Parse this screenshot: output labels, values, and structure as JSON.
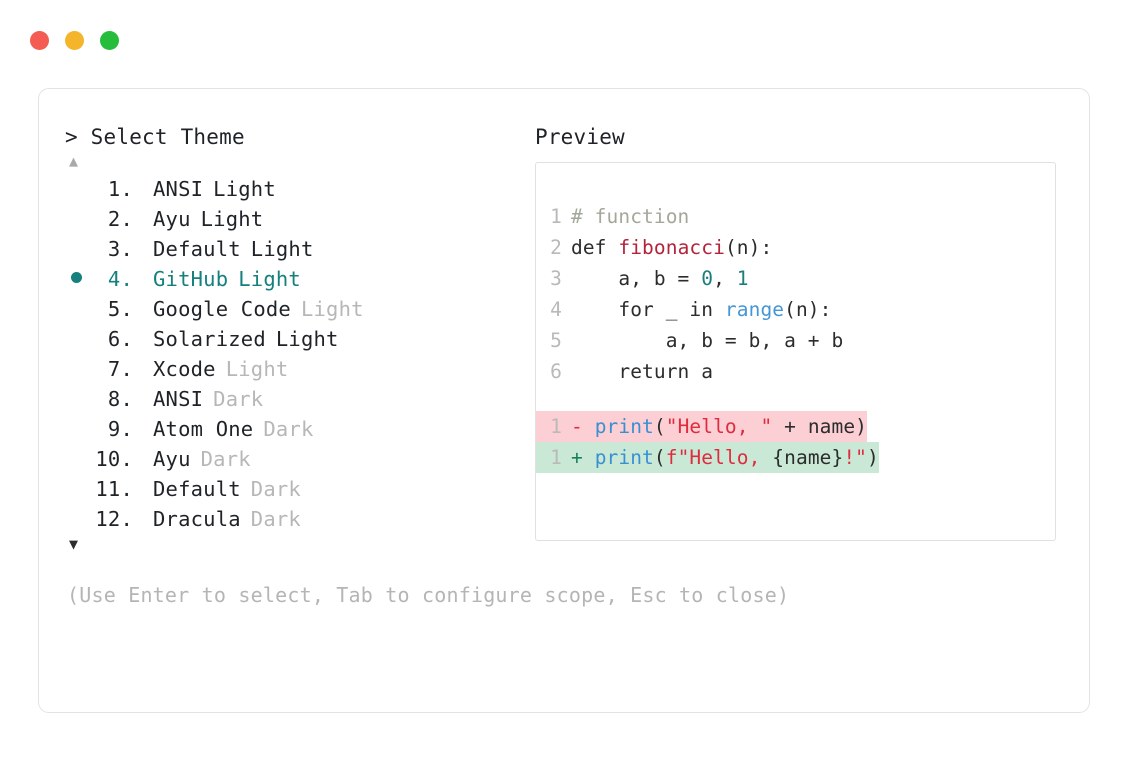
{
  "window": {
    "traffic_lights": [
      {
        "name": "close-button",
        "color": "#f45b52"
      },
      {
        "name": "minimize-button",
        "color": "#f5b52a"
      },
      {
        "name": "maximize-button",
        "color": "#26bd3c"
      }
    ]
  },
  "left": {
    "prompt": "> Select Theme",
    "scroll_up": "▲",
    "scroll_down": "▼",
    "hint": "(Use Enter to select, Tab to configure scope, Esc to close)",
    "selected_index": 4,
    "selected_color": "#15807e",
    "themes": [
      {
        "index": "1.",
        "name": "ANSI",
        "variant": "Light",
        "variant_muted": false,
        "selected": false
      },
      {
        "index": "2.",
        "name": "Ayu",
        "variant": "Light",
        "variant_muted": false,
        "selected": false
      },
      {
        "index": "3.",
        "name": "Default",
        "variant": "Light",
        "variant_muted": false,
        "selected": false
      },
      {
        "index": "4.",
        "name": "GitHub",
        "variant": "Light",
        "variant_muted": false,
        "selected": true
      },
      {
        "index": "5.",
        "name": "Google Code",
        "variant": "Light",
        "variant_muted": true,
        "selected": false
      },
      {
        "index": "6.",
        "name": "Solarized",
        "variant": "Light",
        "variant_muted": false,
        "selected": false
      },
      {
        "index": "7.",
        "name": "Xcode",
        "variant": "Light",
        "variant_muted": true,
        "selected": false
      },
      {
        "index": "8.",
        "name": "ANSI",
        "variant": "Dark",
        "variant_muted": true,
        "selected": false
      },
      {
        "index": "9.",
        "name": "Atom One",
        "variant": "Dark",
        "variant_muted": true,
        "selected": false
      },
      {
        "index": "10.",
        "name": "Ayu",
        "variant": "Dark",
        "variant_muted": true,
        "selected": false
      },
      {
        "index": "11.",
        "name": "Default",
        "variant": "Dark",
        "variant_muted": true,
        "selected": false
      },
      {
        "index": "12.",
        "name": "Dracula",
        "variant": "Dark",
        "variant_muted": true,
        "selected": false
      }
    ]
  },
  "right": {
    "title": "Preview",
    "code_lines": [
      {
        "ln": "1",
        "tokens": [
          {
            "t": "# function",
            "c": "tok-comment"
          }
        ]
      },
      {
        "ln": "2",
        "tokens": [
          {
            "t": "def ",
            "c": "tok-kw"
          },
          {
            "t": "fibonacci",
            "c": "tok-fn"
          },
          {
            "t": "(n):",
            "c": "tok-plain"
          }
        ]
      },
      {
        "ln": "3",
        "tokens": [
          {
            "t": "    a, b = ",
            "c": "tok-plain"
          },
          {
            "t": "0",
            "c": "tok-num"
          },
          {
            "t": ", ",
            "c": "tok-plain"
          },
          {
            "t": "1",
            "c": "tok-num"
          }
        ]
      },
      {
        "ln": "4",
        "tokens": [
          {
            "t": "    for _ in ",
            "c": "tok-plain"
          },
          {
            "t": "range",
            "c": "tok-builtin"
          },
          {
            "t": "(n):",
            "c": "tok-plain"
          }
        ]
      },
      {
        "ln": "5",
        "tokens": [
          {
            "t": "        a, b = b, a + b",
            "c": "tok-plain"
          }
        ]
      },
      {
        "ln": "6",
        "tokens": [
          {
            "t": "    return a",
            "c": "tok-plain"
          }
        ]
      }
    ],
    "diff_lines": [
      {
        "ln": "1",
        "sign": "-",
        "kind": "del",
        "tokens": [
          {
            "t": "print",
            "c": "tok-print"
          },
          {
            "t": "(",
            "c": "tok-plain"
          },
          {
            "t": "\"Hello, \"",
            "c": "tok-str"
          },
          {
            "t": " + name)",
            "c": "tok-plain"
          }
        ]
      },
      {
        "ln": "1",
        "sign": "+",
        "kind": "add",
        "tokens": [
          {
            "t": "print",
            "c": "tok-print"
          },
          {
            "t": "(",
            "c": "tok-plain"
          },
          {
            "t": "f\"Hello, ",
            "c": "tok-str"
          },
          {
            "t": "{name}",
            "c": "tok-plain"
          },
          {
            "t": "!\"",
            "c": "tok-str"
          },
          {
            "t": ")",
            "c": "tok-plain"
          }
        ]
      }
    ]
  }
}
